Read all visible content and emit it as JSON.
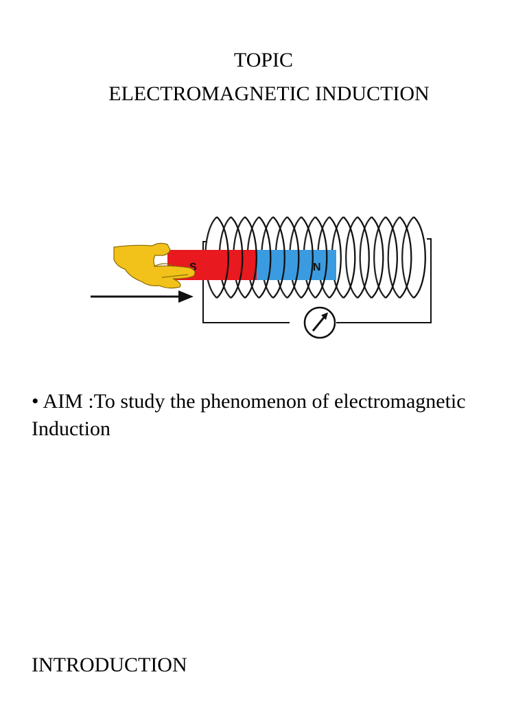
{
  "document": {
    "topic_label": "TOPIC",
    "title": "ELECTROMAGNETIC INDUCTION",
    "figure": {
      "magnet_south_label": "S",
      "magnet_north_label": "N",
      "colors": {
        "south_pole": "#e8191f",
        "north_pole": "#3a9be0",
        "hand": "#f2c21b",
        "wire": "#111111"
      },
      "icons": [
        "hand-icon",
        "motion-arrow-icon",
        "coil-icon",
        "galvanometer-icon"
      ]
    },
    "aim": {
      "bullet": "•",
      "text": "AIM :To study the phenomenon of electromagnetic Induction"
    },
    "section_heading": "INTRODUCTION"
  }
}
